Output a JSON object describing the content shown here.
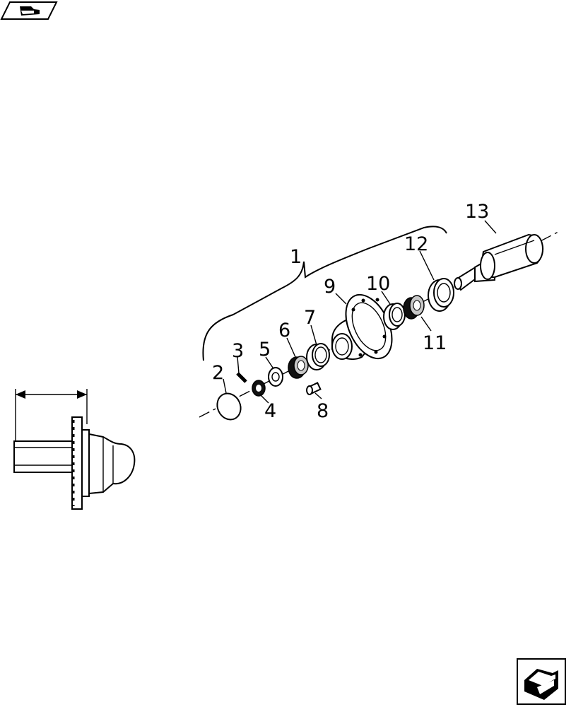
{
  "callouts": {
    "c1": "1",
    "c2": "2",
    "c3": "3",
    "c4": "4",
    "c5": "5",
    "c6": "6",
    "c7": "7",
    "c8": "8",
    "c9": "9",
    "c10": "10",
    "c11": "11",
    "c12": "12",
    "c13": "13"
  },
  "icons": {
    "top_left": "previous-page-icon",
    "bottom_right": "next-page-icon"
  }
}
